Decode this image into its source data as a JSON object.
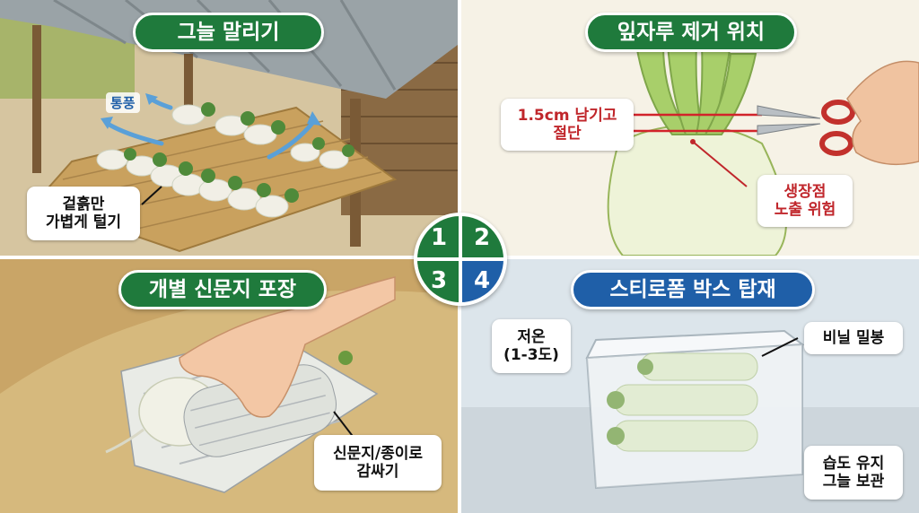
{
  "panels": {
    "drying": {
      "title": "그늘 말리기",
      "ventilation_label": "통풍",
      "note_line1": "겉흙만",
      "note_line2": "가볍게 털기"
    },
    "trimming": {
      "title": "잎자루 제거 위치",
      "cut_line1": "1.5cm 남기고",
      "cut_line2": "절단",
      "warning_line1": "생장점",
      "warning_line2": "노출 위험"
    },
    "wrapping": {
      "title": "개별 신문지 포장",
      "note_line1": "신문지/종이로",
      "note_line2": "감싸기"
    },
    "storage": {
      "title": "스티로폼 박스 탑재",
      "temp_line1": "저온",
      "temp_line2": "(1-3도)",
      "seal_label": "비닐 밀봉",
      "humidity_line1": "습도 유지",
      "humidity_line2": "그늘 보관"
    }
  },
  "step_badge": {
    "n1": "1",
    "n2": "2",
    "n3": "3",
    "n4": "4"
  },
  "colors": {
    "green": "#1f7a3c",
    "blue": "#1f5fa8",
    "warning_red": "#c0262b"
  },
  "icons": [
    "ventilation-arrow-icon",
    "scissors-icon",
    "hand-icon",
    "radish-icon",
    "newspaper-icon",
    "styrofoam-box-icon"
  ]
}
